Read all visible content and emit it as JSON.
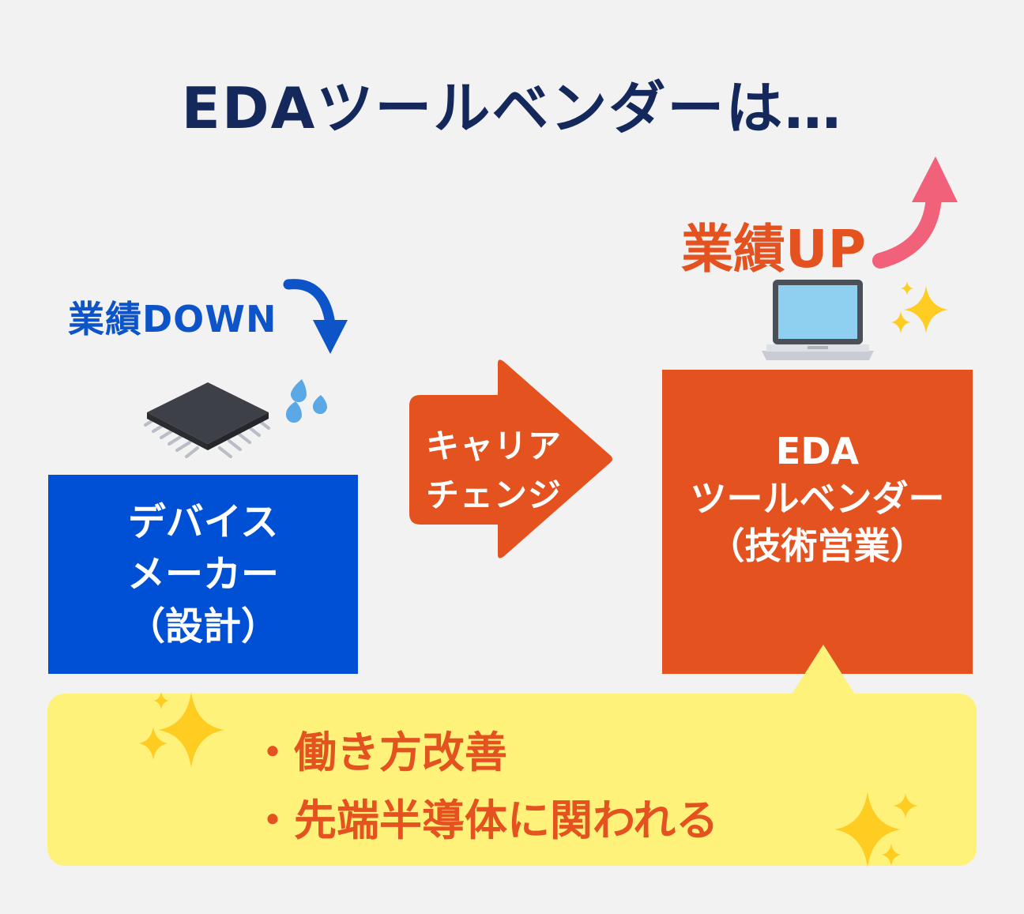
{
  "title": "EDAツールベンダーは…",
  "left": {
    "perf_label": "業績DOWN",
    "box_lines": [
      "デバイス",
      "メーカー",
      "（設計）"
    ],
    "color": "#0050d6"
  },
  "arrow": {
    "lines": [
      "キャリア",
      "チェンジ"
    ],
    "color": "#e4531f"
  },
  "right": {
    "perf_label": "業績UP",
    "box_lines": [
      "EDA",
      "ツールベンダー",
      "（技術営業）"
    ],
    "color": "#e4531f"
  },
  "benefits": [
    "・働き方改善",
    "・先端半導体に関われる"
  ],
  "icons": [
    "chip-icon",
    "sweat-drops-icon",
    "down-arrow-icon",
    "up-arrow-icon",
    "laptop-icon",
    "sparkles-icon"
  ]
}
